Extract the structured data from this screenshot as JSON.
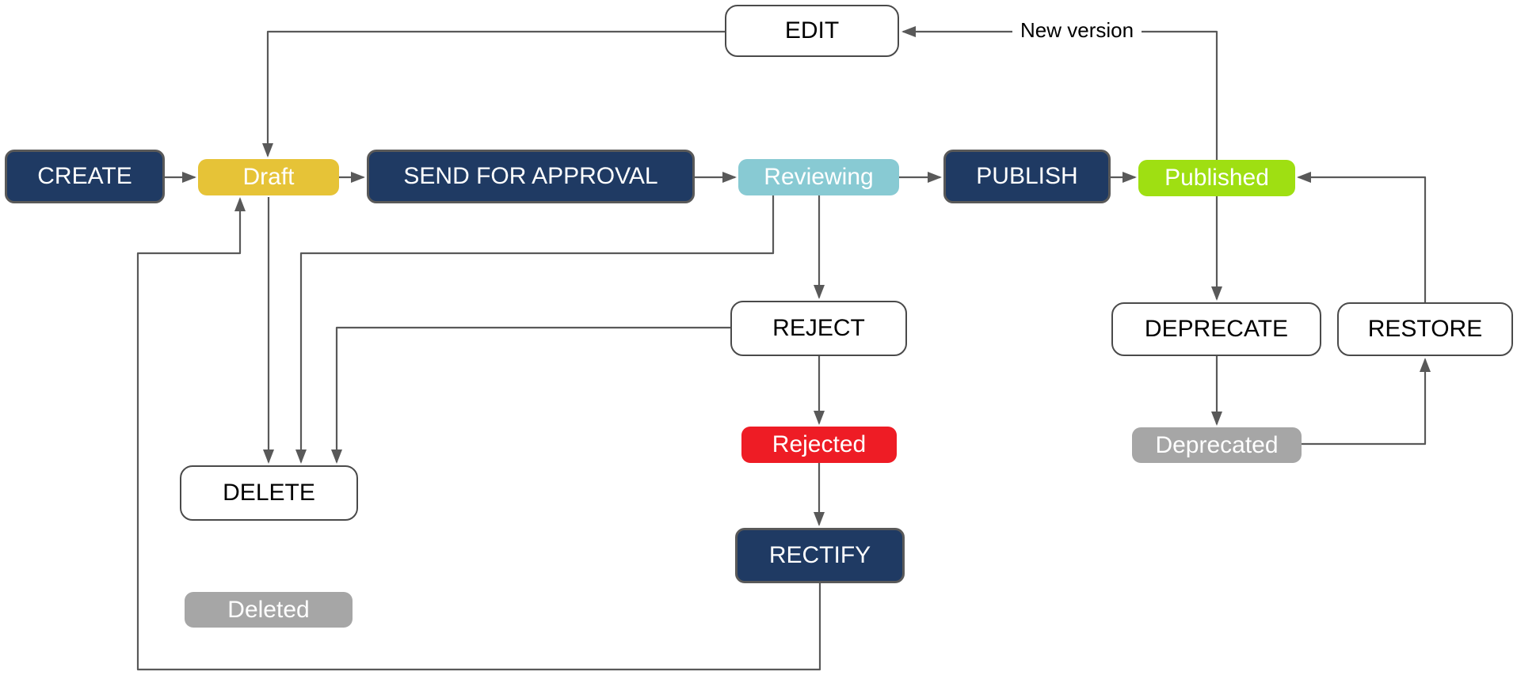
{
  "palette": {
    "action_fill": "#1f3a63",
    "action_text": "#ffffff",
    "plain_fill": "#ffffff",
    "plain_text": "#000000",
    "line_color": "#595959"
  },
  "nodes": {
    "create": {
      "label": "CREATE",
      "kind": "action",
      "fill": "#1f3a63",
      "text_color": "#ffffff"
    },
    "draft": {
      "label": "Draft",
      "kind": "state",
      "fill": "#e6c337",
      "text_color": "#ffffff"
    },
    "send_for_approval": {
      "label": "SEND FOR APPROVAL",
      "kind": "action",
      "fill": "#1f3a63",
      "text_color": "#ffffff"
    },
    "reviewing": {
      "label": "Reviewing",
      "kind": "state",
      "fill": "#88cad3",
      "text_color": "#ffffff"
    },
    "publish": {
      "label": "PUBLISH",
      "kind": "action",
      "fill": "#1f3a63",
      "text_color": "#ffffff"
    },
    "published": {
      "label": "Published",
      "kind": "state",
      "fill": "#9fdf12",
      "text_color": "#ffffff"
    },
    "edit": {
      "label": "EDIT",
      "kind": "plain",
      "fill": "#ffffff",
      "text_color": "#000000"
    },
    "reject": {
      "label": "REJECT",
      "kind": "plain",
      "fill": "#ffffff",
      "text_color": "#000000"
    },
    "rejected": {
      "label": "Rejected",
      "kind": "state",
      "fill": "#ee1c25",
      "text_color": "#ffffff"
    },
    "rectify": {
      "label": "RECTIFY",
      "kind": "action",
      "fill": "#1f3a63",
      "text_color": "#ffffff"
    },
    "delete": {
      "label": "DELETE",
      "kind": "plain",
      "fill": "#ffffff",
      "text_color": "#000000"
    },
    "deleted": {
      "label": "Deleted",
      "kind": "state",
      "fill": "#a6a6a6",
      "text_color": "#ffffff"
    },
    "deprecate": {
      "label": "DEPRECATE",
      "kind": "plain",
      "fill": "#ffffff",
      "text_color": "#000000"
    },
    "restore": {
      "label": "RESTORE",
      "kind": "plain",
      "fill": "#ffffff",
      "text_color": "#000000"
    },
    "deprecated": {
      "label": "Deprecated",
      "kind": "state",
      "fill": "#a6a6a6",
      "text_color": "#ffffff"
    }
  },
  "edges": [
    {
      "from": "create",
      "to": "draft",
      "label": ""
    },
    {
      "from": "draft",
      "to": "send_for_approval",
      "label": ""
    },
    {
      "from": "send_for_approval",
      "to": "reviewing",
      "label": ""
    },
    {
      "from": "reviewing",
      "to": "publish",
      "label": ""
    },
    {
      "from": "publish",
      "to": "published",
      "label": ""
    },
    {
      "from": "published",
      "to": "edit",
      "label": "New version"
    },
    {
      "from": "edit",
      "to": "draft",
      "label": ""
    },
    {
      "from": "reviewing",
      "to": "reject",
      "label": ""
    },
    {
      "from": "reviewing",
      "to": "delete",
      "label": ""
    },
    {
      "from": "reject",
      "to": "delete",
      "label": ""
    },
    {
      "from": "draft",
      "to": "delete",
      "label": ""
    },
    {
      "from": "reject",
      "to": "rejected",
      "label": ""
    },
    {
      "from": "rejected",
      "to": "rectify",
      "label": ""
    },
    {
      "from": "rectify",
      "to": "draft",
      "label": ""
    },
    {
      "from": "published",
      "to": "deprecate",
      "label": ""
    },
    {
      "from": "deprecate",
      "to": "deprecated",
      "label": ""
    },
    {
      "from": "deprecated",
      "to": "restore",
      "label": ""
    },
    {
      "from": "restore",
      "to": "published",
      "label": ""
    }
  ],
  "annotations": {
    "new_version_label": "New version"
  }
}
